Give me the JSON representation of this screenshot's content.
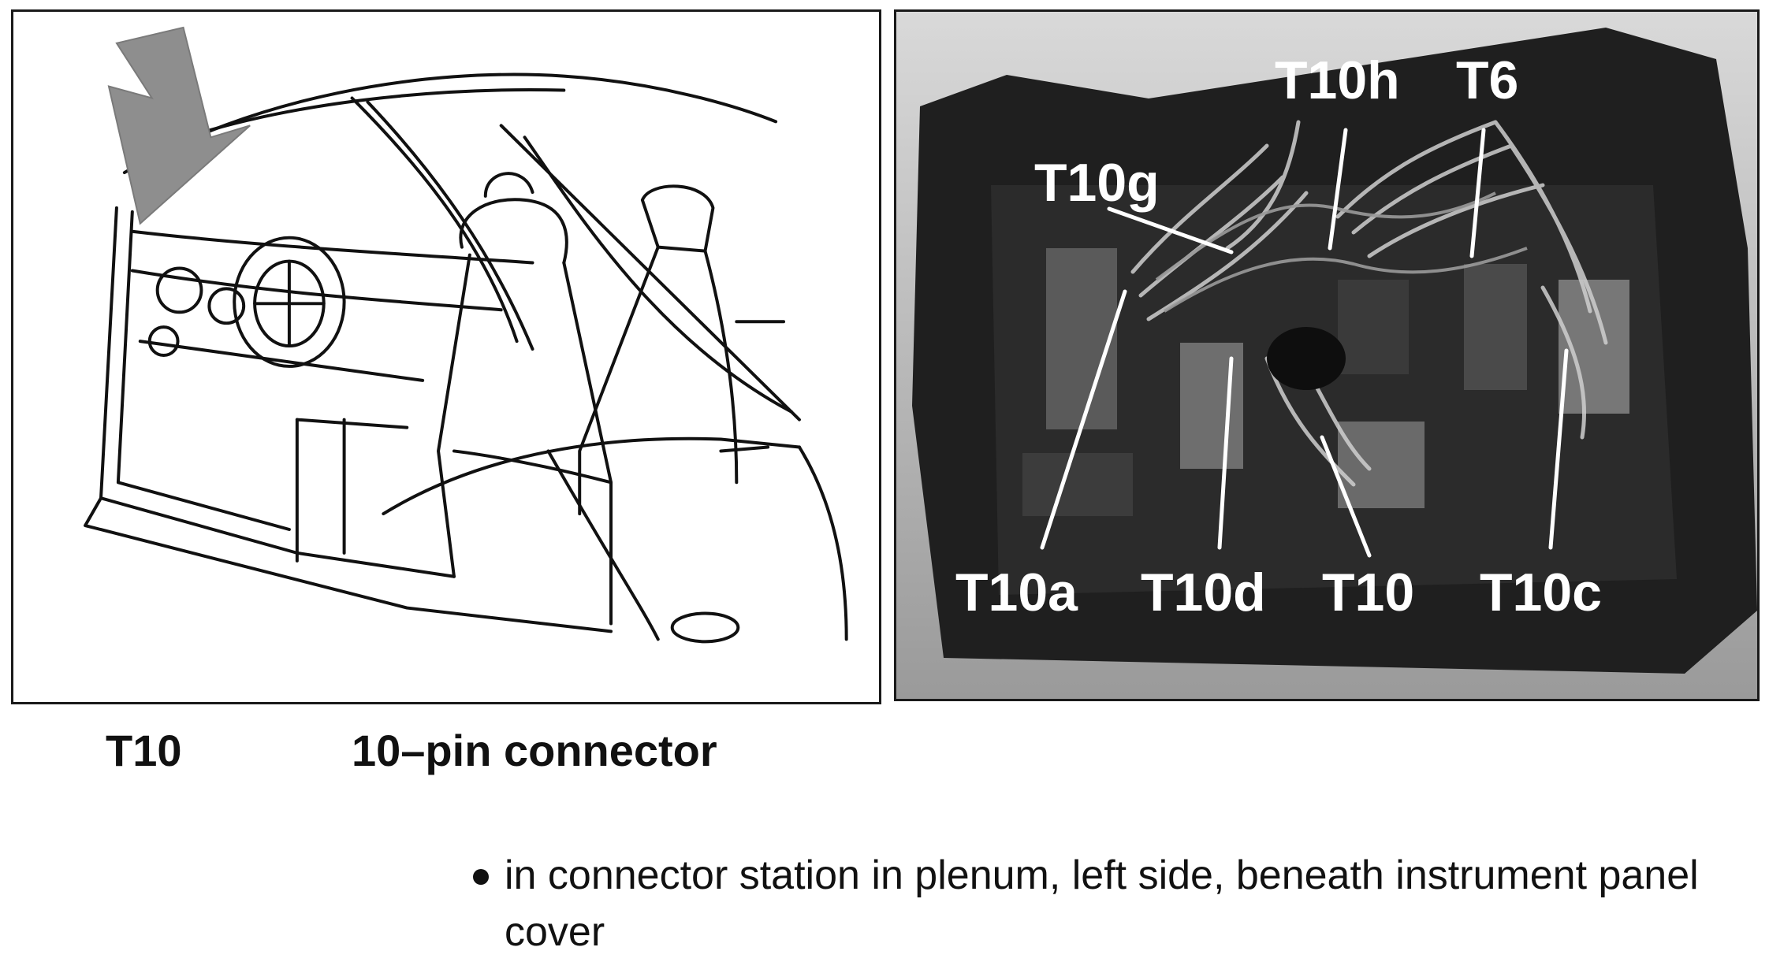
{
  "figure": {
    "illustration_icon": "car-interior-line-drawing-icon",
    "arrow_color": "#8e8e8e",
    "photo_icon": "connector-station-photo-icon",
    "labels": {
      "t10g": "T10g",
      "t10h": "T10h",
      "t6": "T6",
      "t10a": "T10a",
      "t10d": "T10d",
      "t10": "T10",
      "t10c": "T10c"
    }
  },
  "caption": {
    "code": "T10",
    "description": "10–pin connector"
  },
  "note": {
    "bullet": "in connector station in plenum, left side, beneath instrument panel cover"
  }
}
